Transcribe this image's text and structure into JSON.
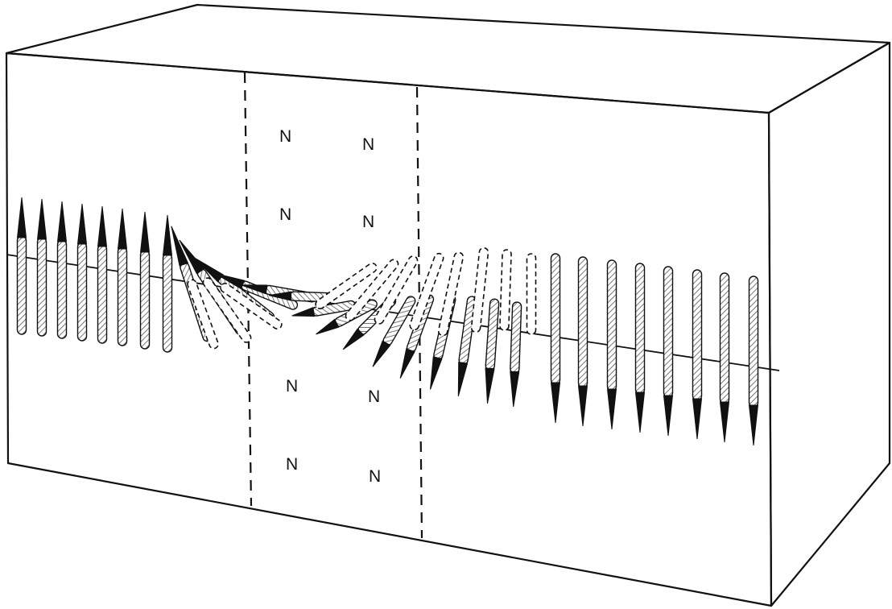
{
  "region_labels": [
    "N",
    "N",
    "N",
    "N",
    "N",
    "N",
    "N",
    "N"
  ],
  "colors": {
    "ink": "#111111",
    "paper": "#ffffff",
    "hatch": "#555555"
  },
  "needles": {
    "count": 36,
    "tip_colors": [
      "black"
    ],
    "ghost_style": "dashed-outline"
  }
}
